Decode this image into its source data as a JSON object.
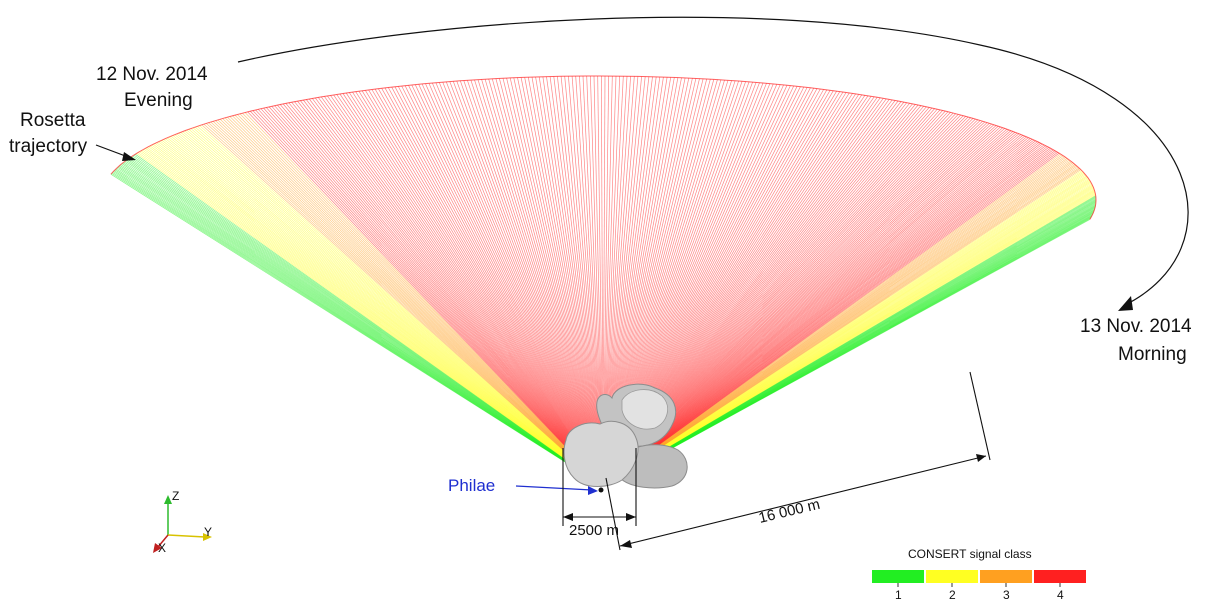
{
  "labels": {
    "evening_date": "12 Nov. 2014",
    "evening_time": "Evening",
    "trajectory_line1": "Rosetta",
    "trajectory_line2": "trajectory",
    "morning_date": "13 Nov. 2014",
    "morning_time": "Morning",
    "philae": "Philae",
    "scale_short": "2500 m",
    "scale_long": "16 000 m"
  },
  "axes": {
    "z": "Z",
    "y": "Y",
    "x": "X"
  },
  "legend": {
    "title": "CONSERT signal class",
    "classes": [
      {
        "label": "1",
        "color": "#22ee22"
      },
      {
        "label": "2",
        "color": "#ffff22"
      },
      {
        "label": "3",
        "color": "#ffa020"
      },
      {
        "label": "4",
        "color": "#ff2020"
      }
    ]
  },
  "colors": {
    "class1": "#22ee22",
    "class2": "#ffff22",
    "class3": "#ffa020",
    "class4": "#ff2020",
    "philae_label": "#1f2fd0",
    "comet": "#cfcfcf"
  }
}
